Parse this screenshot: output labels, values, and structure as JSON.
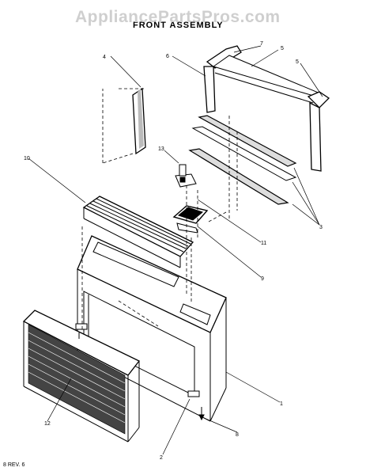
{
  "watermark": "AppliancePartsPros.com",
  "title": "FRONT ASSEMBLY",
  "revision": "8 REV. 6",
  "callouts": [
    "1",
    "2",
    "3",
    "4",
    "5",
    "5",
    "6",
    "7",
    "8",
    "9",
    "10",
    "11",
    "12",
    "13"
  ],
  "colors": {
    "ink": "#000000",
    "watermark": "#cfcfcf",
    "background": "#ffffff"
  }
}
